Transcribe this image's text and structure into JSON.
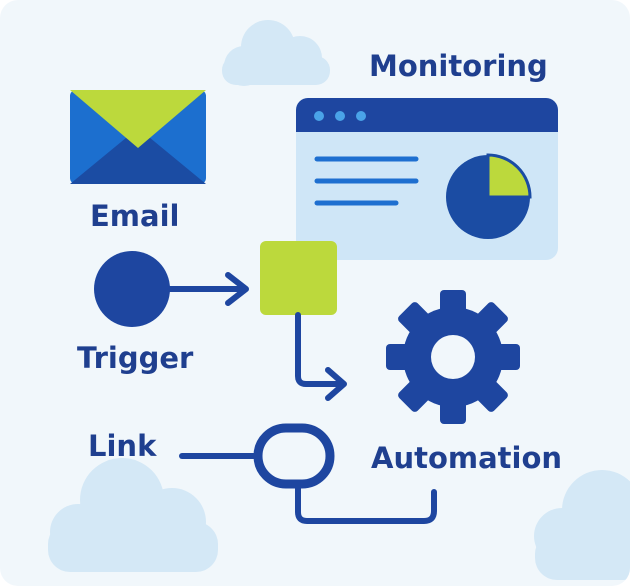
{
  "labels": {
    "monitoring": "Monitoring",
    "email": "Email",
    "trigger": "Trigger",
    "link": "Link",
    "automation": "Automation"
  },
  "colors": {
    "background": "#f1f7fb",
    "navy": "#1e46a0",
    "label_text": "#1f3f8f",
    "lime": "#bcd93c",
    "envelope_blue": "#1c6fcf",
    "panel_light": "#cfe6f7",
    "cloud": "#d4e8f6"
  },
  "icons": {
    "email": "envelope-icon",
    "monitoring": "dashboard-window-icon",
    "trigger": "trigger-node-icon",
    "automation": "gear-icon",
    "link": "chain-link-icon"
  }
}
